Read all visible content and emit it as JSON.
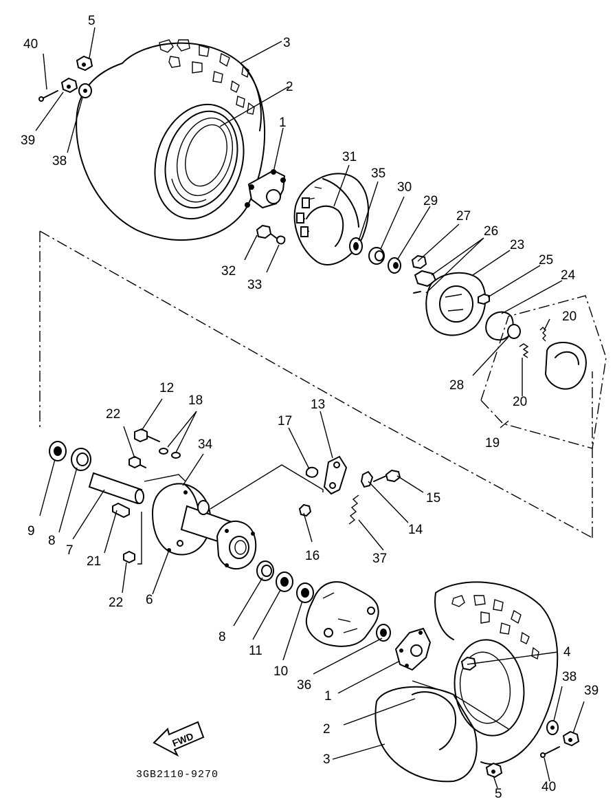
{
  "diagram": {
    "code": "3GB2110-9270",
    "fwd_label": "FWD",
    "callouts": [
      "40",
      "5",
      "3",
      "2",
      "39",
      "38",
      "1",
      "31",
      "35",
      "30",
      "29",
      "27",
      "26",
      "23",
      "25",
      "24",
      "20",
      "20",
      "28",
      "32",
      "33",
      "19",
      "12",
      "18",
      "22",
      "34",
      "13",
      "17",
      "15",
      "14",
      "16",
      "37",
      "9",
      "8",
      "7",
      "21",
      "22",
      "6",
      "8",
      "11",
      "10",
      "36",
      "1",
      "4",
      "38",
      "39",
      "2",
      "3",
      "5",
      "40"
    ]
  }
}
